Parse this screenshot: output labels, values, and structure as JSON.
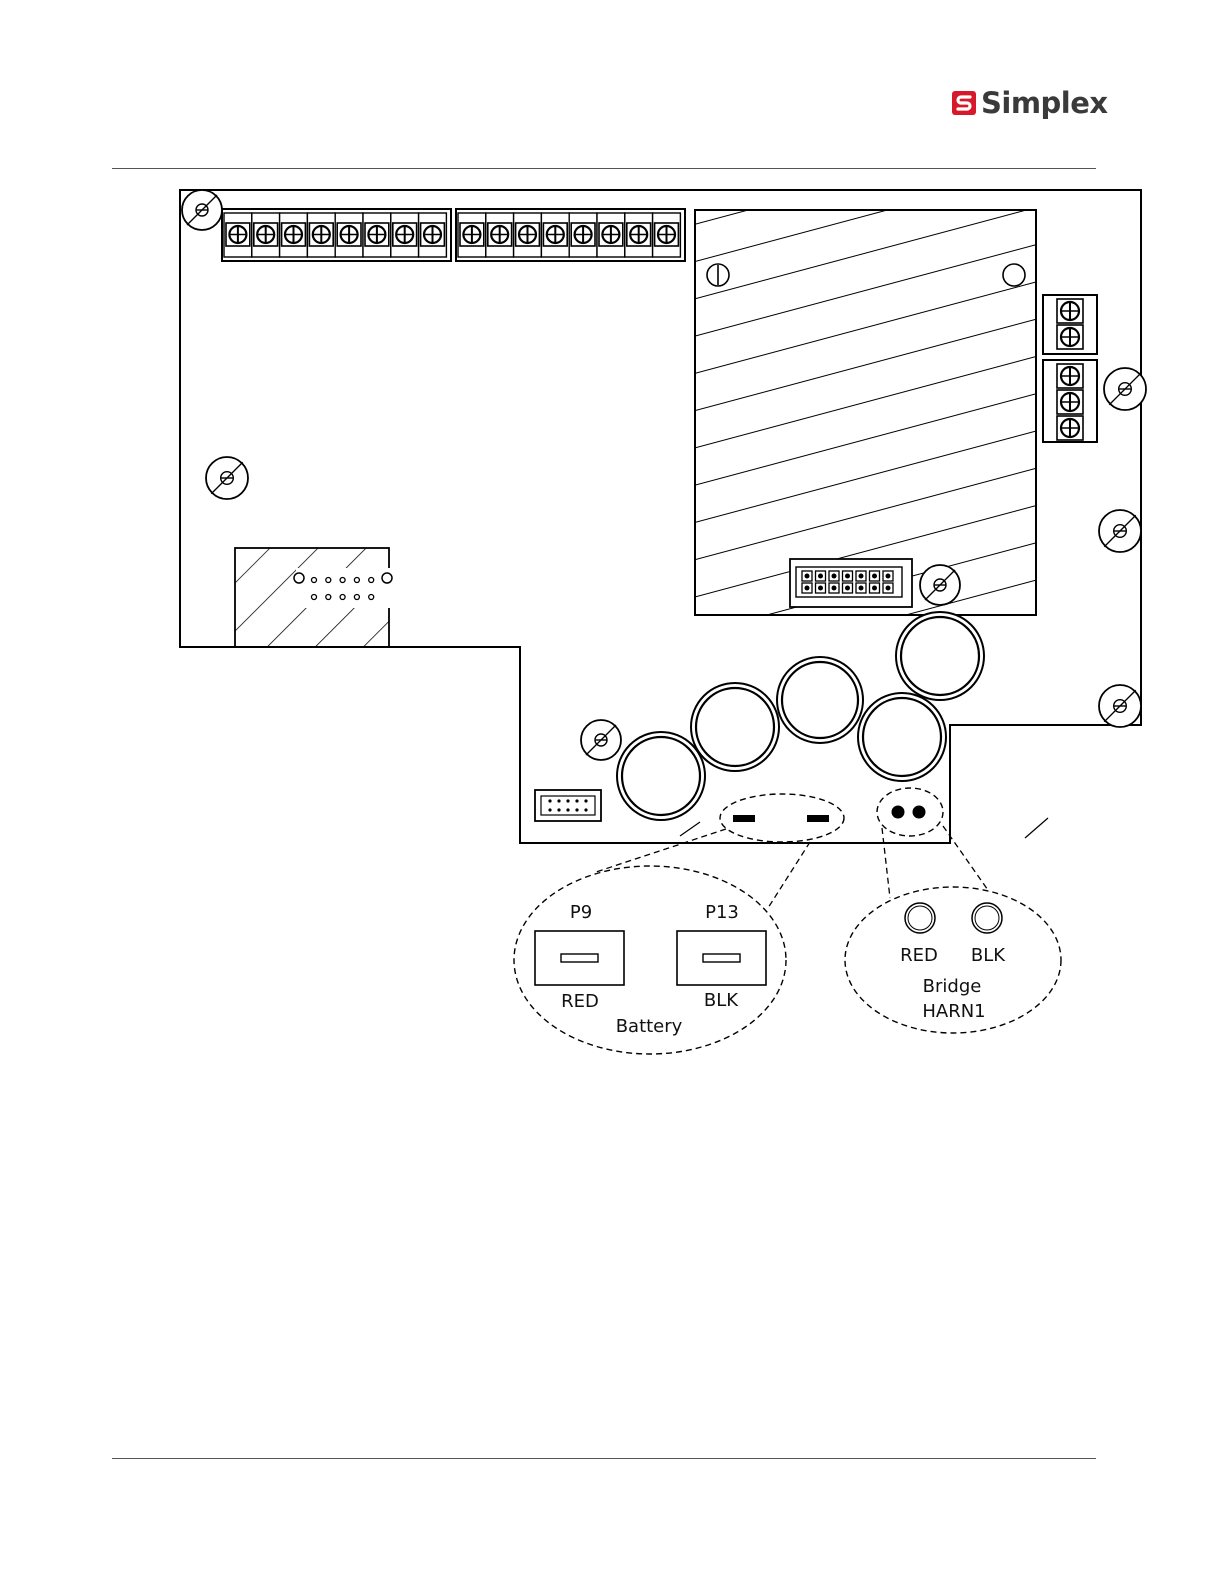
{
  "header": {
    "brand": "Simplex",
    "brand_color": "#d71a2b",
    "icon": "simplex-logo-icon"
  },
  "diagram": {
    "battery_callout": {
      "left_connector": "P9",
      "left_wire": "RED",
      "right_connector": "P13",
      "right_wire": "BLK",
      "caption": "Battery"
    },
    "bridge_callout": {
      "left_wire": "RED",
      "right_wire": "BLK",
      "caption_line1": "Bridge",
      "caption_line2": "HARN1"
    }
  }
}
